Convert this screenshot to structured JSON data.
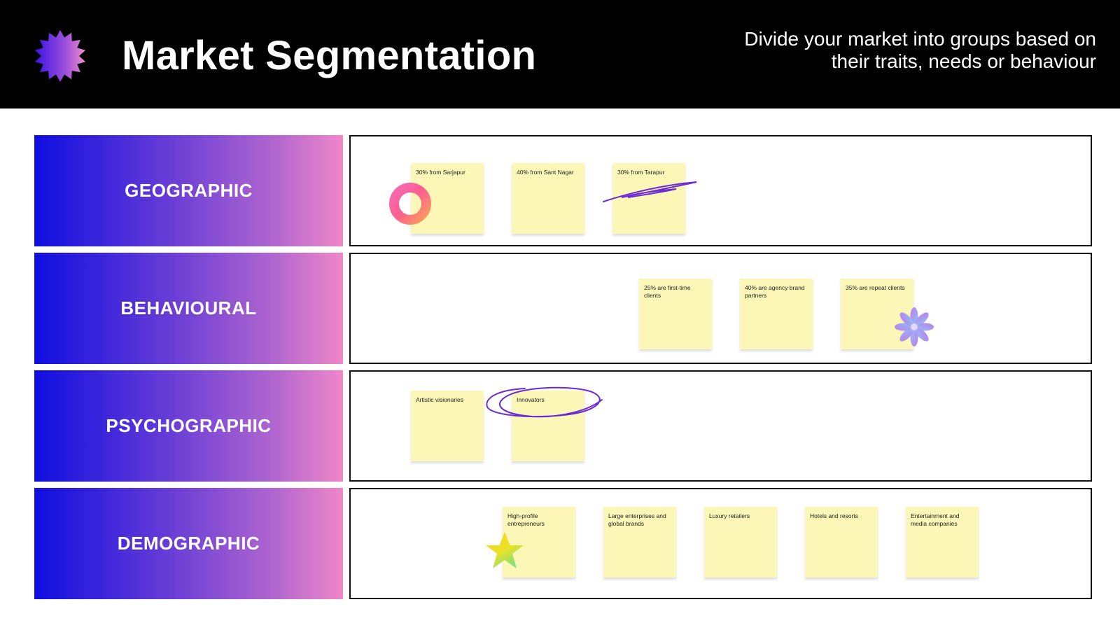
{
  "header": {
    "title": "Market Segmentation",
    "subtitle_line1": "Divide your market into groups based on",
    "subtitle_line2": "their traits, needs or behaviour",
    "logo_icon": "starburst-icon"
  },
  "colors": {
    "header_bg": "#000000",
    "gradient_start": "#0f0ee0",
    "gradient_end": "#ef87c9",
    "sticky_note": "#fcf7b6",
    "scribble": "#6a2ad6"
  },
  "rows": [
    {
      "label": "GEOGRAPHIC",
      "notes": [
        "30% from Sarjapur",
        "40% from Sant Nagar",
        "30% from Tarapur"
      ]
    },
    {
      "label": "BEHAVIOURAL",
      "notes": [
        "25% are first-time clients",
        "40% are agency brand partners",
        "35% are repeat clients"
      ]
    },
    {
      "label": "PSYCHOGRAPHIC",
      "notes": [
        "Artistic visionaries",
        "Innovators"
      ]
    },
    {
      "label": "DEMOGRAPHIC",
      "notes": [
        "High-profile entrepreneurs",
        "Large enterprises and global brands",
        "Luxury retailers",
        "Hotels and resorts",
        "Entertainment and media companies"
      ]
    }
  ],
  "decorations": [
    "torus-shape",
    "strikethrough-scribble",
    "flower-sticker",
    "circle-scribble",
    "star-sticker"
  ]
}
